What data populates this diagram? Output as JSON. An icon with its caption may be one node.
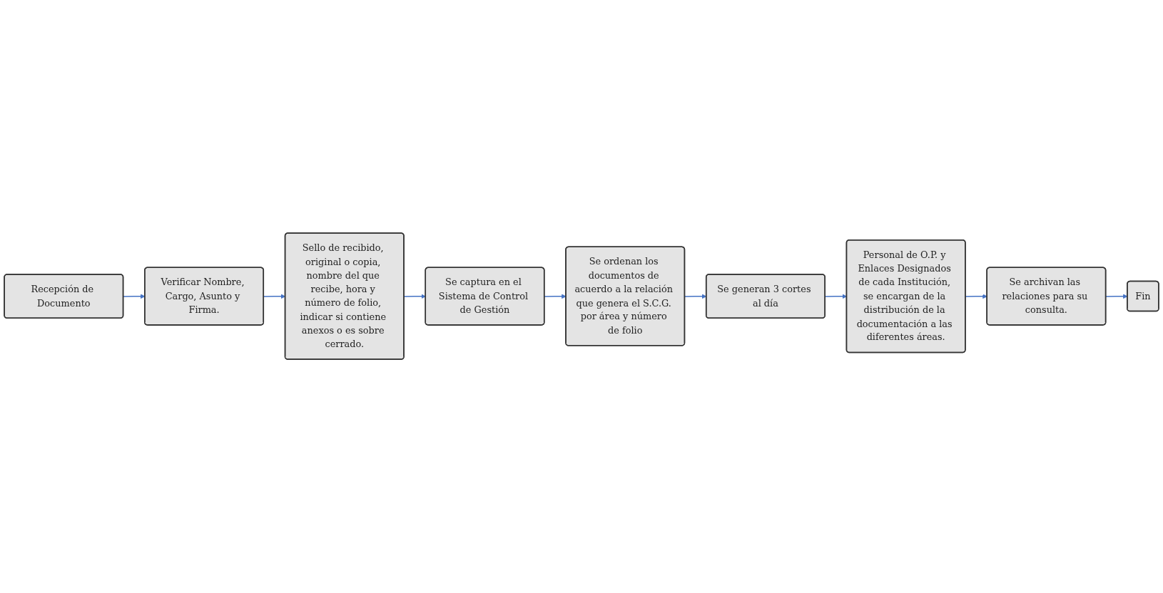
{
  "diagram": {
    "nodes": [
      {
        "text": [
          "Recepción de Documento"
        ]
      },
      {
        "text": [
          "Verificar Nombre, Cargo, Asunto y Firma."
        ]
      },
      {
        "text": [
          "Sello de recibido, original o copia, nombre del que recibe, hora y número de folio, indicar si contiene anexos o es sobre cerrado."
        ]
      },
      {
        "text": [
          "Se captura en el Sistema de Control de Gestión"
        ]
      },
      {
        "text": [
          "Se ordenan los documentos de acuerdo a la relación que genera el S.C.G. por área y número de folio"
        ]
      },
      {
        "text": [
          "Se generan 3 cortes al día"
        ]
      },
      {
        "text": [
          "Personal de O.P. y Enlaces Designados de cada Institución, se encargan de la distribución de la documentación a las diferentes áreas."
        ]
      },
      {
        "text": [
          "Se archivan las relaciones para su consulta."
        ]
      },
      {
        "text": [
          "Fin"
        ]
      }
    ],
    "edges": [
      {
        "from": 0,
        "to": 1,
        "arrow": "to"
      },
      {
        "from": 1,
        "to": 2,
        "arrow": "to"
      },
      {
        "from": 2,
        "to": 3,
        "arrow": "to"
      },
      {
        "from": 3,
        "to": 4,
        "arrow": "to"
      },
      {
        "from": 4,
        "to": 5,
        "arrow": "to"
      },
      {
        "from": 5,
        "to": 6,
        "arrow": "to"
      },
      {
        "from": 6,
        "to": 7,
        "arrow": "to"
      },
      {
        "from": 7,
        "to": 8,
        "arrow": "to"
      }
    ]
  }
}
